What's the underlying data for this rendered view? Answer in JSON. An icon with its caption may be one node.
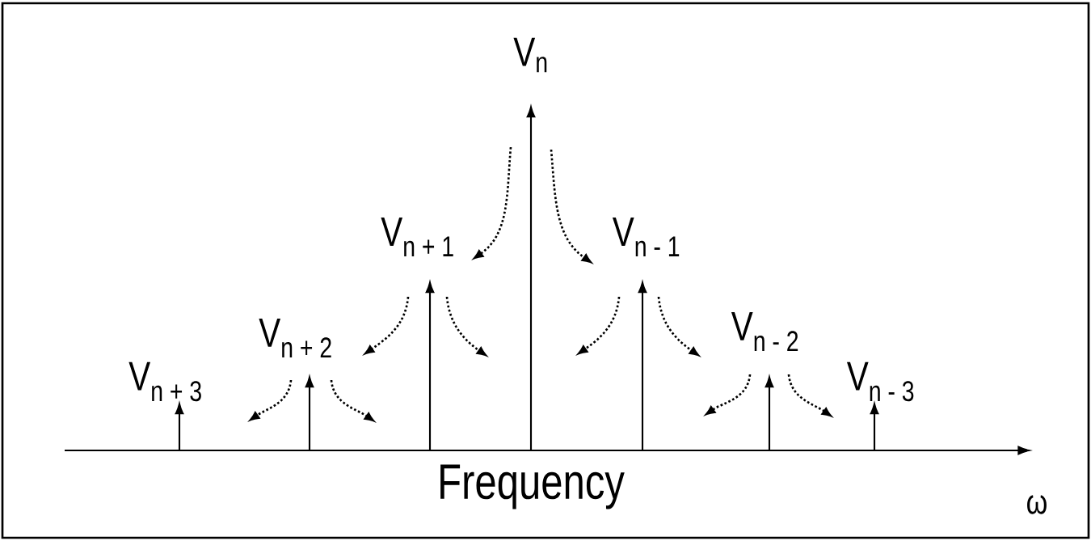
{
  "diagram": {
    "labels": [
      "V$_{n}$",
      "V$_{n + 1}$",
      "V$_{n - 1}$",
      "V$_{n + 2}$",
      "V$_{n - 2}$",
      "V$_{n + 3}$",
      "V$_{n - 3}$",
      "Frequency",
      "ω"
    ]
  }
}
